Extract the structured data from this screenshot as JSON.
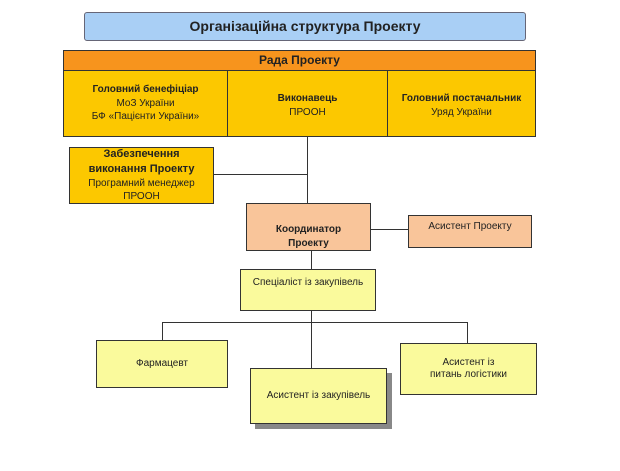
{
  "title": "Організаційна структура Проекту",
  "board": {
    "title": "Рада Проекту",
    "columns": [
      {
        "heading": "Головний бенефіціар",
        "lines": [
          "МоЗ України",
          "БФ «Пацієнти України»"
        ]
      },
      {
        "heading": "Виконавець",
        "lines": [
          "ПРООН"
        ]
      },
      {
        "heading": "Головний постачальник",
        "lines": [
          "Уряд України"
        ]
      }
    ]
  },
  "assurance": {
    "heading": "Забезпечення виконання Проекту",
    "lines": [
      "Програмний менеджер",
      "ПРООН"
    ]
  },
  "coordinator": "Координатор Проекту",
  "assistant": "Асистент Проекту",
  "procurement_specialist": "Спеціаліст із закупівель",
  "pharmacist": "Фармацевт",
  "procurement_assistant": "Асистент із закупівель",
  "logistics_assistant": "Асистент із питань логістики",
  "colors": {
    "title_bg": "#a9cff5",
    "board_header": "#f7941d",
    "board_body": "#fcc800",
    "coordinator": "#f9c59a",
    "leaf": "#fafa9c"
  }
}
